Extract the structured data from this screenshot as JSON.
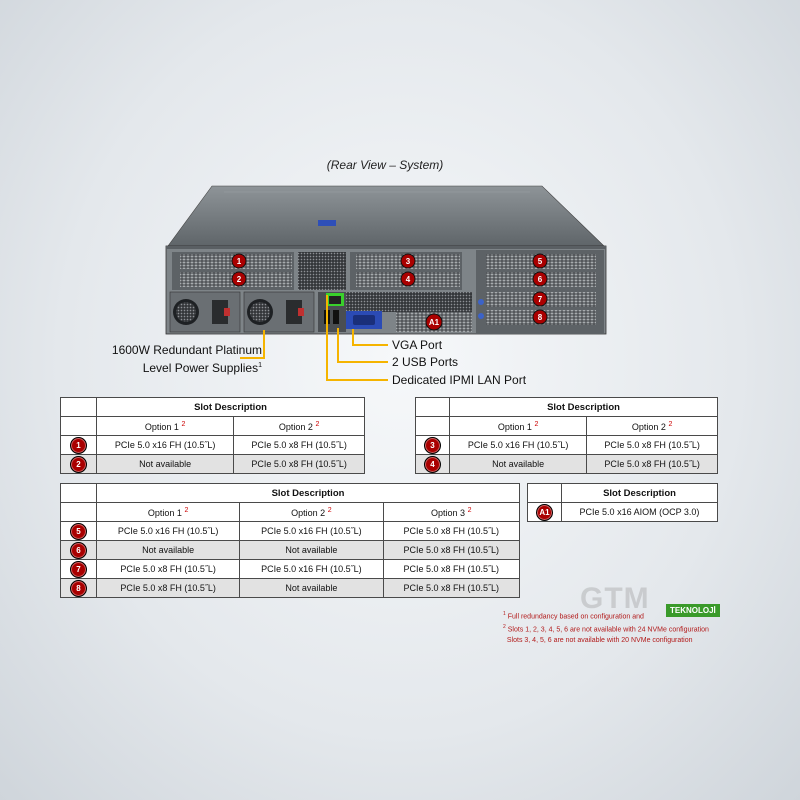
{
  "caption": "(Rear View – System)",
  "callouts": {
    "vga": "VGA Port",
    "usb": "2 USB Ports",
    "ipmi": "Dedicated IPMI LAN Port",
    "psu_line1": "1600W Redundant Platinum",
    "psu_line2": "Level Power Supplies",
    "psu_sup": "1"
  },
  "slot_badges": [
    "1",
    "2",
    "3",
    "4",
    "5",
    "6",
    "7",
    "8",
    "A1"
  ],
  "tables": {
    "t1": {
      "title": "Slot Description",
      "headers": [
        "Option 1",
        "Option 2"
      ],
      "header_sup": "2",
      "rows": [
        {
          "slot": "1",
          "cells": [
            "PCIe 5.0 x16 FH (10.5˝L)",
            "PCIe 5.0 x8 FH (10.5˝L)"
          ]
        },
        {
          "slot": "2",
          "cells": [
            "Not available",
            "PCIe 5.0 x8 FH (10.5˝L)"
          ]
        }
      ]
    },
    "t2": {
      "title": "Slot Description",
      "headers": [
        "Option 1",
        "Option 2"
      ],
      "header_sup": "2",
      "rows": [
        {
          "slot": "3",
          "cells": [
            "PCIe 5.0 x16 FH (10.5˝L)",
            "PCIe 5.0 x8 FH (10.5˝L)"
          ]
        },
        {
          "slot": "4",
          "cells": [
            "Not available",
            "PCIe 5.0 x8 FH (10.5˝L)"
          ]
        }
      ]
    },
    "t3": {
      "title": "Slot Description",
      "headers": [
        "Option 1",
        "Option 2",
        "Option 3"
      ],
      "header_sup": "2",
      "rows": [
        {
          "slot": "5",
          "cells": [
            "PCIe 5.0 x16 FH (10.5˝L)",
            "PCIe 5.0 x16 FH (10.5˝L)",
            "PCIe 5.0 x8 FH (10.5˝L)"
          ]
        },
        {
          "slot": "6",
          "cells": [
            "Not available",
            "Not available",
            "PCIe 5.0 x8 FH (10.5˝L)"
          ]
        },
        {
          "slot": "7",
          "cells": [
            "PCIe 5.0 x8 FH (10.5˝L)",
            "PCIe 5.0 x16 FH (10.5˝L)",
            "PCIe 5.0 x8 FH (10.5˝L)"
          ]
        },
        {
          "slot": "8",
          "cells": [
            "PCIe 5.0 x8 FH (10.5˝L)",
            "Not available",
            "PCIe 5.0 x8 FH (10.5˝L)"
          ]
        }
      ]
    },
    "t4": {
      "title": "Slot Description",
      "rows": [
        {
          "slot": "A1",
          "cells": [
            "PCIe 5.0 x16 AIOM (OCP 3.0)"
          ]
        }
      ]
    }
  },
  "footnotes": {
    "n1_sup": "1",
    "n1": "Full redundancy based on configuration and",
    "n2_sup": "2",
    "n2": "Slots 1, 2, 3, 4, 5, 6 are not available with 24 NVMe configuration",
    "n3": "Slots 3, 4, 5, 6 are not available with 20 NVMe configuration"
  },
  "watermark": {
    "text": "GTM",
    "tag": "TEKNOLOJİ"
  },
  "colors": {
    "badge": "#aa0000",
    "callout_line": "#f5b400",
    "ipmi_highlight": "#39d12b",
    "vga_port": "#2b4bb5"
  }
}
